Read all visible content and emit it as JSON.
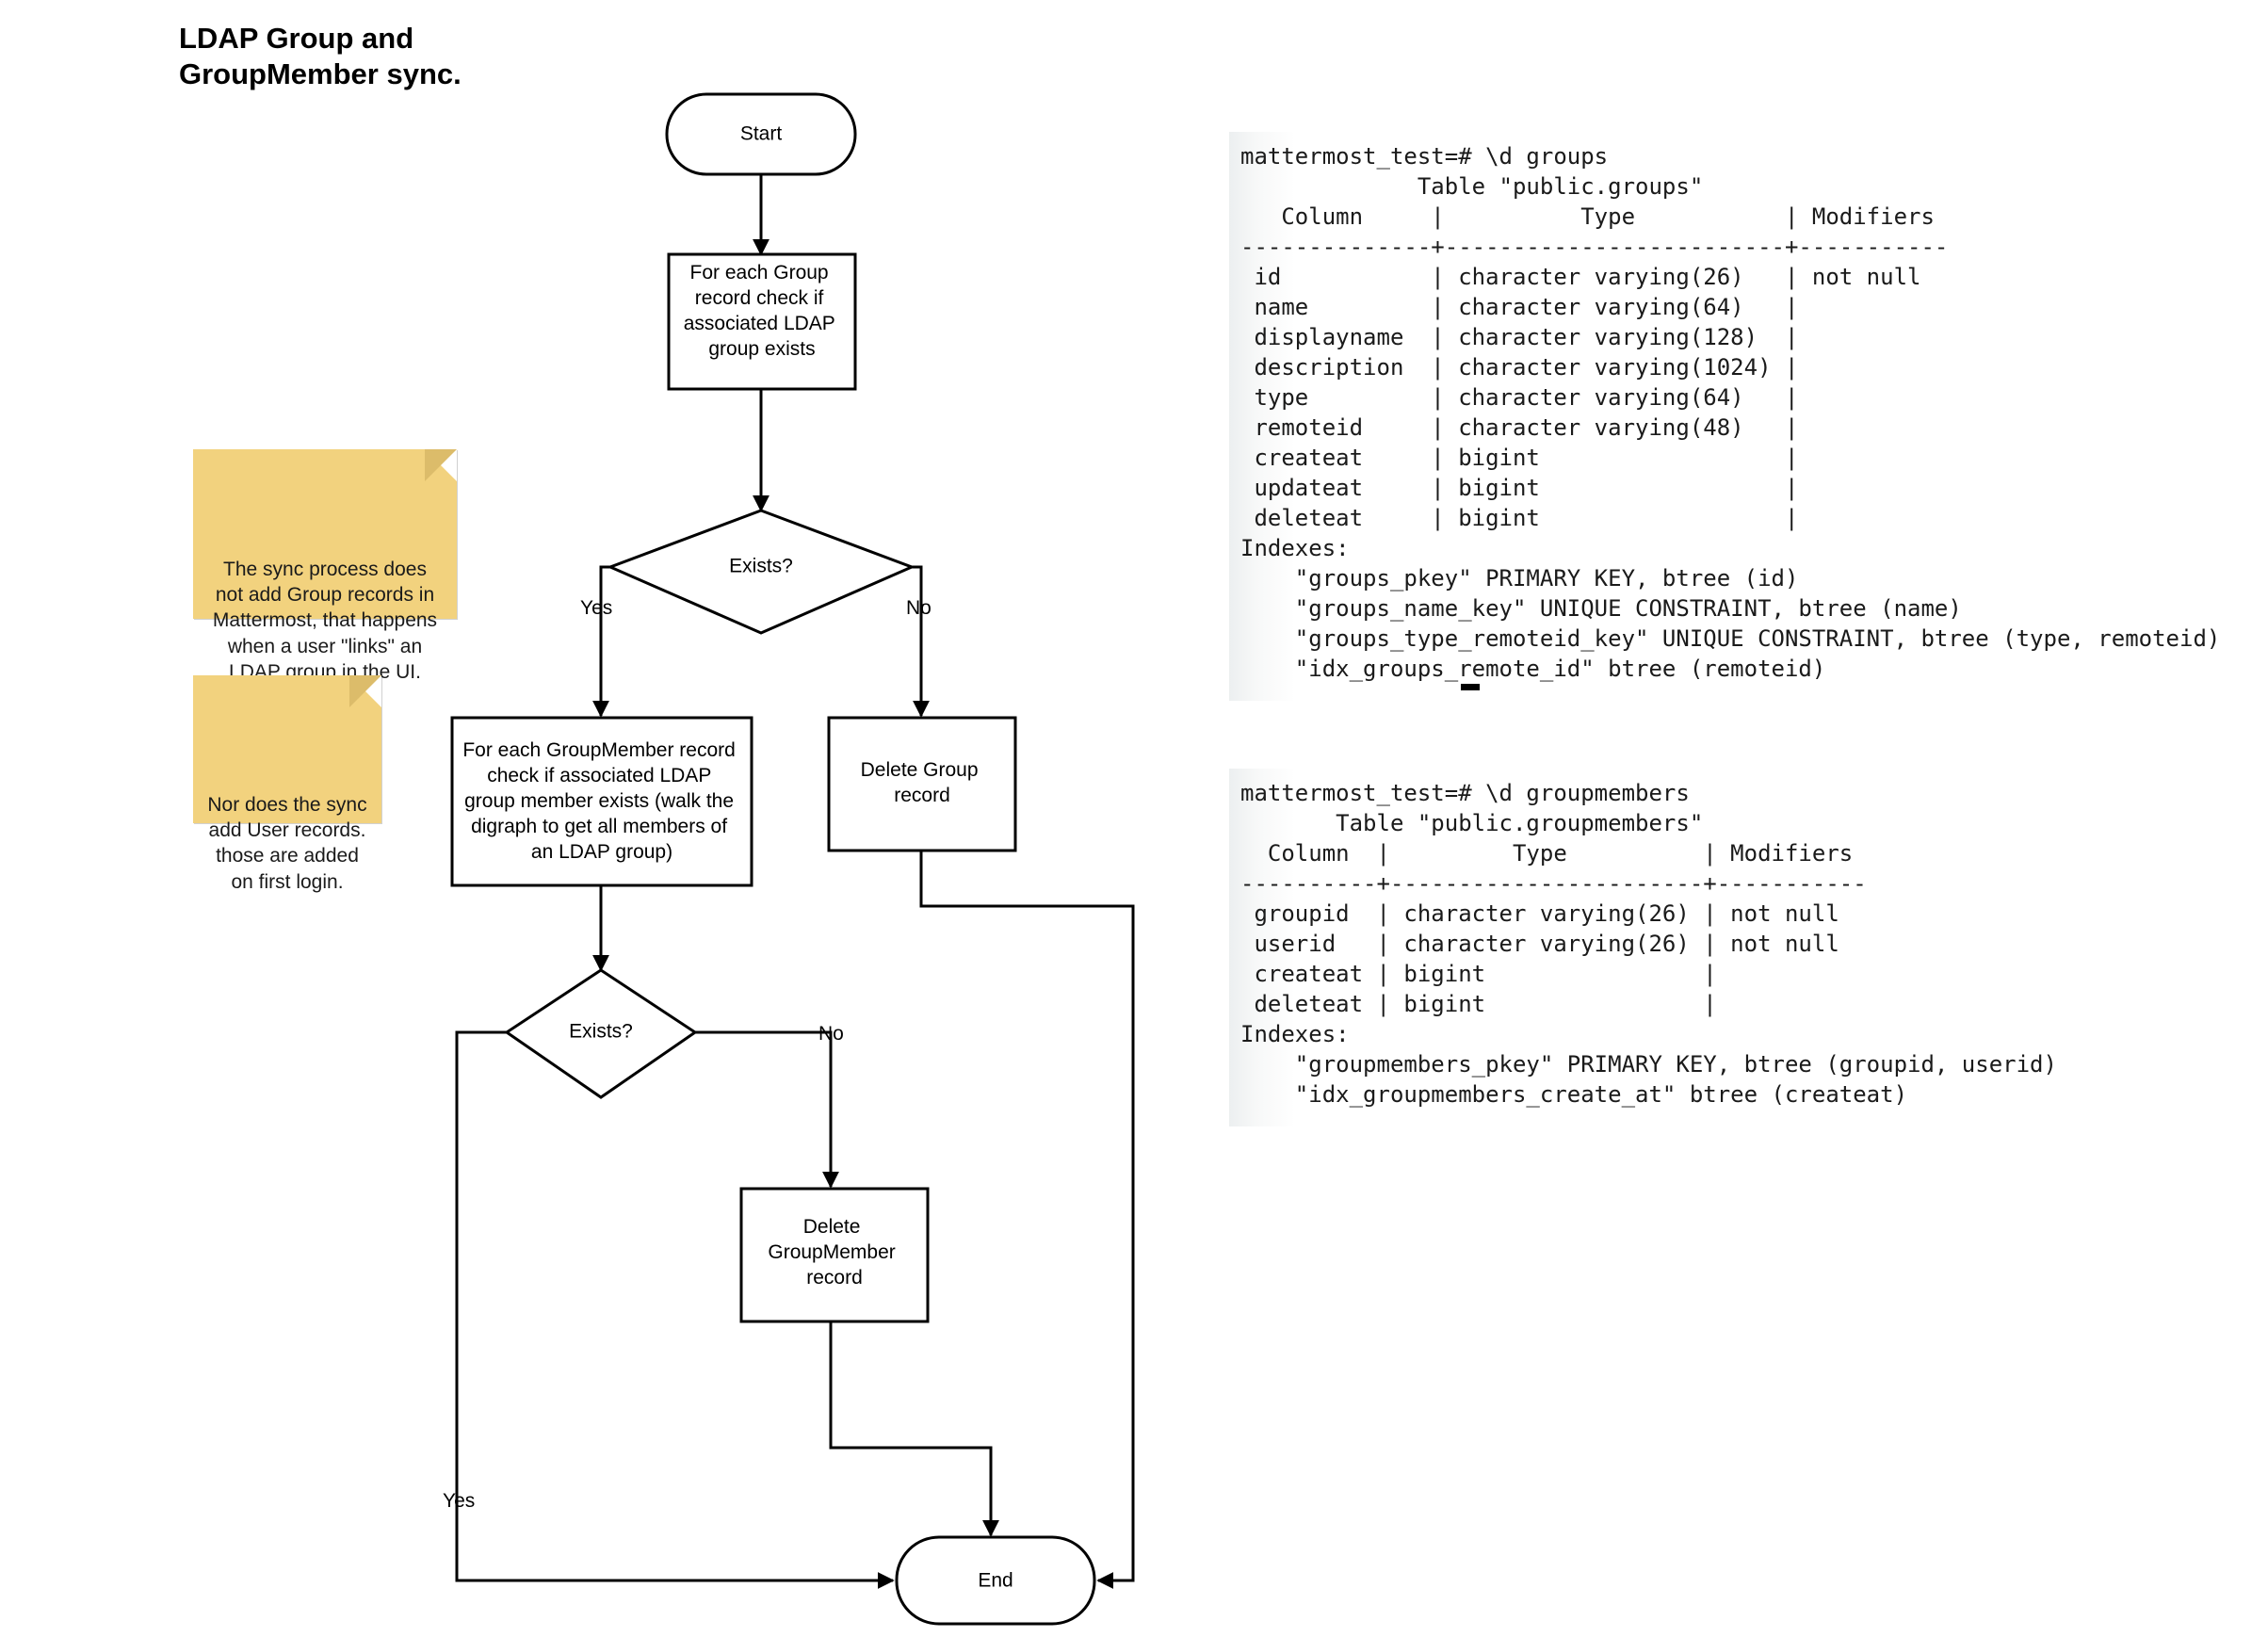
{
  "title": "LDAP Group and\nGroupMember sync.",
  "flowchart": {
    "nodes": {
      "start": "Start",
      "check_group": "For each Group\nrecord check if\nassociated LDAP\ngroup exists",
      "decision_group": "Exists?",
      "check_groupmember": "For each GroupMember record\ncheck if associated LDAP\ngroup member exists (walk the\ndigraph to get all members of\nan LDAP group)",
      "delete_group": "Delete Group\nrecord",
      "decision_groupmember": "Exists?",
      "delete_groupmember": "Delete\nGroupMember\nrecord",
      "end": "End"
    },
    "edge_labels": {
      "group_yes": "Yes",
      "group_no": "No",
      "member_yes": "Yes",
      "member_no": "No"
    }
  },
  "sticky_notes": [
    {
      "id": "note-sync-no-group-records",
      "text": "The sync process does\nnot add Group records in\nMattermost, that happens\nwhen a user \"links\" an\nLDAP group in the UI."
    },
    {
      "id": "note-sync-no-user-records",
      "text": "Nor does the sync\nadd User records.\nthose are added\non first login."
    }
  ],
  "terminals": {
    "groups": {
      "prompt": "mattermost_test=# \\d groups",
      "text": "mattermost_test=# \\d groups\n             Table \"public.groups\"\n   Column     |          Type           | Modifiers \n--------------+-------------------------+-----------\n id           | character varying(26)   | not null\n name         | character varying(64)   |\n displayname  | character varying(128)  |\n description  | character varying(1024) |\n type         | character varying(64)   |\n remoteid     | character varying(48)   |\n createat     | bigint                  |\n updateat     | bigint                  |\n deleteat     | bigint                  |\nIndexes:\n    \"groups_pkey\" PRIMARY KEY, btree (id)\n    \"groups_name_key\" UNIQUE CONSTRAINT, btree (name)\n    \"groups_type_remoteid_key\" UNIQUE CONSTRAINT, btree (type, remoteid)\n    \"idx_groups_remote_id\" btree (remoteid)",
      "table_caption": "Table \"public.groups\"",
      "columns": [
        "Column",
        "Type",
        "Modifiers"
      ],
      "rows": [
        [
          "id",
          "character varying(26)",
          "not null"
        ],
        [
          "name",
          "character varying(64)",
          ""
        ],
        [
          "displayname",
          "character varying(128)",
          ""
        ],
        [
          "description",
          "character varying(1024)",
          ""
        ],
        [
          "type",
          "character varying(64)",
          ""
        ],
        [
          "remoteid",
          "character varying(48)",
          ""
        ],
        [
          "createat",
          "bigint",
          ""
        ],
        [
          "updateat",
          "bigint",
          ""
        ],
        [
          "deleteat",
          "bigint",
          ""
        ]
      ],
      "indexes_label": "Indexes:",
      "indexes": [
        "\"groups_pkey\" PRIMARY KEY, btree (id)",
        "\"groups_name_key\" UNIQUE CONSTRAINT, btree (name)",
        "\"groups_type_remoteid_key\" UNIQUE CONSTRAINT, btree (type, remoteid)",
        "\"idx_groups_remote_id\" btree (remoteid)"
      ]
    },
    "groupmembers": {
      "prompt": "mattermost_test=# \\d groupmembers",
      "text": "mattermost_test=# \\d groupmembers\n       Table \"public.groupmembers\"\n  Column  |         Type          | Modifiers \n----------+-----------------------+-----------\n groupid  | character varying(26) | not null\n userid   | character varying(26) | not null\n createat | bigint                |\n deleteat | bigint                |\nIndexes:\n    \"groupmembers_pkey\" PRIMARY KEY, btree (groupid, userid)\n    \"idx_groupmembers_create_at\" btree (createat)",
      "table_caption": "Table \"public.groupmembers\"",
      "columns": [
        "Column",
        "Type",
        "Modifiers"
      ],
      "rows": [
        [
          "groupid",
          "character varying(26)",
          "not null"
        ],
        [
          "userid",
          "character varying(26)",
          "not null"
        ],
        [
          "createat",
          "bigint",
          ""
        ],
        [
          "deleteat",
          "bigint",
          ""
        ]
      ],
      "indexes_label": "Indexes:",
      "indexes": [
        "\"groupmembers_pkey\" PRIMARY KEY, btree (groupid, userid)",
        "\"idx_groupmembers_create_at\" btree (createat)"
      ]
    }
  },
  "colors": {
    "sticky": "#f2d27e",
    "sticky_fold": "#dcbc6a",
    "stroke": "#000000",
    "background": "#ffffff"
  }
}
